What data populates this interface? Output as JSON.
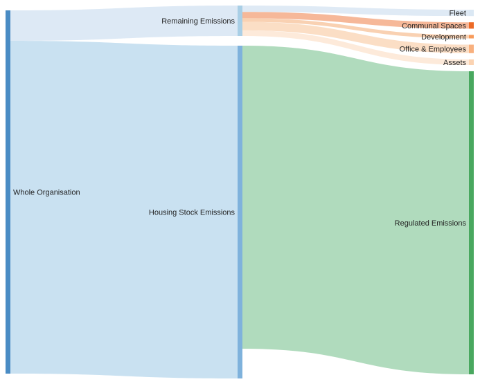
{
  "chart_data": {
    "type": "sankey",
    "title": "",
    "nodes": [
      {
        "id": "whole",
        "label": "Whole Organisation",
        "column": 0,
        "color": "#4a8cc4"
      },
      {
        "id": "remaining",
        "label": "Remaining Emissions",
        "column": 1,
        "color": "#a9cfe6"
      },
      {
        "id": "housing",
        "label": "Housing Stock Emissions",
        "column": 1,
        "color": "#7fb2dc"
      },
      {
        "id": "fleet",
        "label": "Fleet",
        "column": 2,
        "color": "#dbe8f4"
      },
      {
        "id": "communal",
        "label": "Communal Spaces",
        "column": 2,
        "color": "#ec6a26"
      },
      {
        "id": "development",
        "label": "Development",
        "column": 2,
        "color": "#f79a5a"
      },
      {
        "id": "office",
        "label": "Office & Employees",
        "column": 2,
        "color": "#f8b07e"
      },
      {
        "id": "assets",
        "label": "Assets",
        "column": 2,
        "color": "#fbd3b2"
      },
      {
        "id": "regulated",
        "label": "Regulated Emissions",
        "column": 2,
        "color": "#49a85f"
      }
    ],
    "links": [
      {
        "source": "whole",
        "target": "remaining",
        "value": 43,
        "color": "#dbe8f4"
      },
      {
        "source": "whole",
        "target": "housing",
        "value": 470,
        "color": "#c6dff0"
      },
      {
        "source": "remaining",
        "target": "fleet",
        "value": 9,
        "color": "#dde9f4"
      },
      {
        "source": "remaining",
        "target": "communal",
        "value": 9,
        "color": "#f5b493"
      },
      {
        "source": "remaining",
        "target": "development",
        "value": 5,
        "color": "#f9cfae"
      },
      {
        "source": "remaining",
        "target": "office",
        "value": 12,
        "color": "#fbdcc2"
      },
      {
        "source": "remaining",
        "target": "assets",
        "value": 8,
        "color": "#fde9d8"
      },
      {
        "source": "housing",
        "target": "regulated",
        "value": 428,
        "color": "#acd9b9"
      }
    ]
  }
}
